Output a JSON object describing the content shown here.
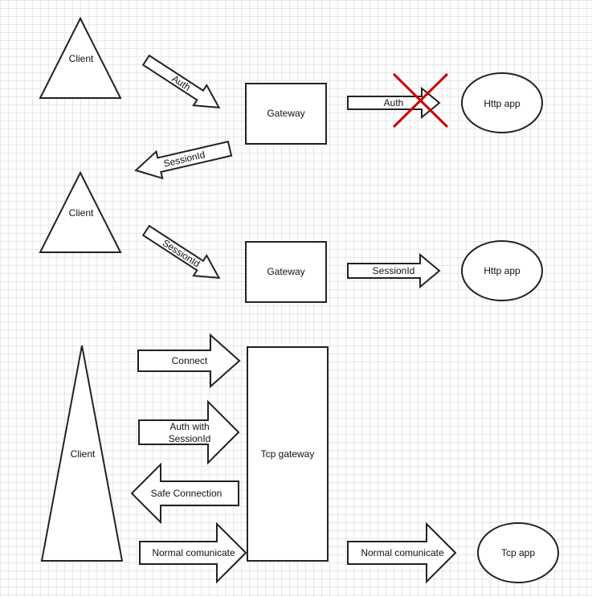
{
  "diagram": {
    "section1": {
      "client": "Client",
      "arrow_auth": "Auth",
      "gateway": "Gateway",
      "arrow_session": "SessionId",
      "arrow_auth_blocked": "Auth",
      "http_app": "Http app"
    },
    "section2": {
      "client": "Client",
      "arrow_session": "SessionId",
      "gateway": "Gateway",
      "arrow_session_out": "SessionId",
      "http_app": "Http app"
    },
    "section3": {
      "client": "Client",
      "connect": "Connect",
      "auth_with_1": "Auth with",
      "auth_with_2": "SessionId",
      "safe_connection": "Safe Connection",
      "normal_in": "Normal comunicate",
      "tcp_gateway": "Tcp gateway",
      "normal_out": "Normal comunicate",
      "tcp_app": "Tcp app"
    }
  },
  "colors": {
    "stroke": "#222222",
    "cross": "#cc0000"
  }
}
